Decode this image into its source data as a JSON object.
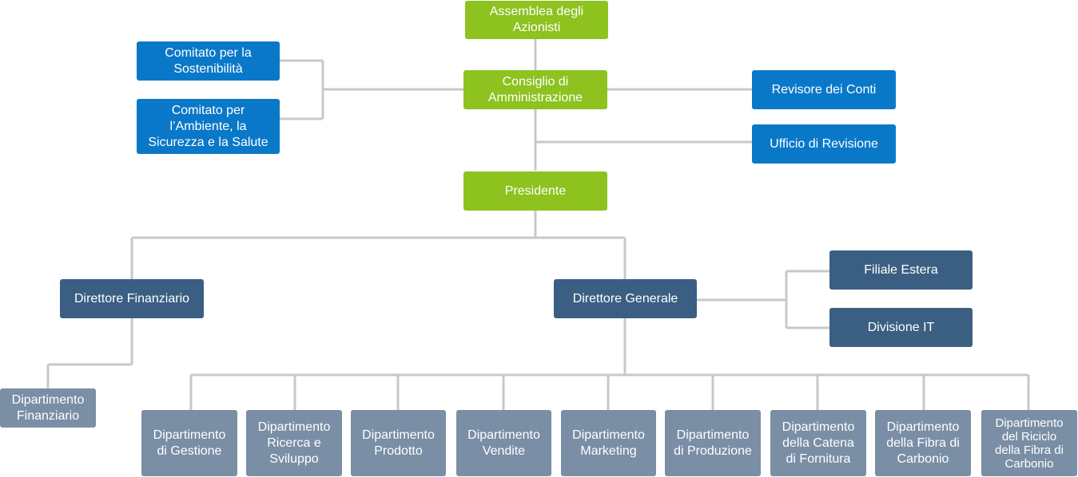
{
  "nodes": {
    "assemblea": "Assemblea degli\nAzionisti",
    "consiglio": "Consiglio di\nAmministrazione",
    "presidente": "Presidente",
    "comitato_sostenibilita": "Comitato per la\nSostenibilità",
    "comitato_ambiente": "Comitato per\nl’Ambiente, la\nSicurezza e la Salute",
    "revisore": "Revisore dei Conti",
    "ufficio_revisione": "Ufficio di Revisione",
    "direttore_finanziario": "Direttore Finanziario",
    "direttore_generale": "Direttore Generale",
    "filiale_estera": "Filiale Estera",
    "divisione_it": "Divisione IT",
    "dip_finanziario": "Dipartimento\nFinanziario",
    "dip_gestione": "Dipartimento\ndi Gestione",
    "dip_ricerca": "Dipartimento\nRicerca e\nSviluppo",
    "dip_prodotto": "Dipartimento\nProdotto",
    "dip_vendite": "Dipartimento\nVendite",
    "dip_marketing": "Dipartimento\nMarketing",
    "dip_produzione": "Dipartimento\ndi Produzione",
    "dip_catena": "Dipartimento\ndella Catena\ndi Fornitura",
    "dip_fibra": "Dipartimento\ndella Fibra di\nCarbonio",
    "dip_riciclo": "Dipartimento\ndel Riciclo\ndella Fibra di\nCarbonio"
  },
  "colors": {
    "governance": "#8dc21f",
    "committee": "#0a78c8",
    "director": "#3b5f82",
    "department": "#7a8ea6",
    "connector": "#c8c8c8"
  }
}
